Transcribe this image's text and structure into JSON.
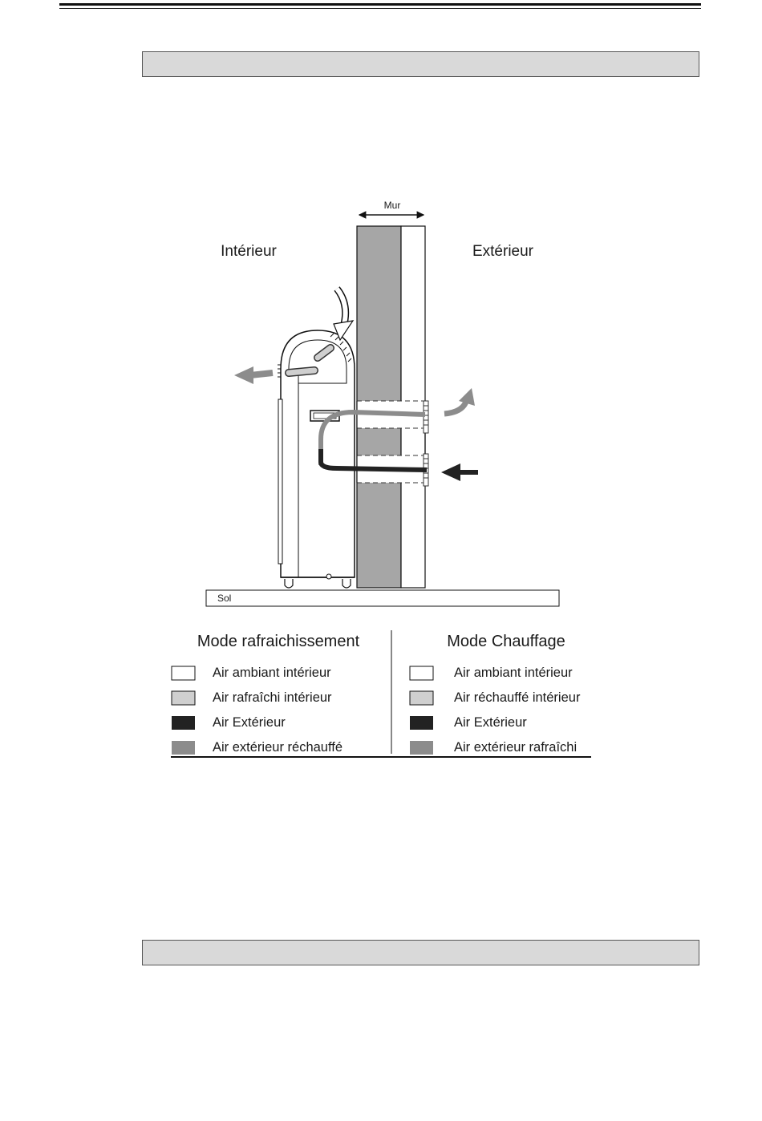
{
  "diagram": {
    "wall_label": "Mur",
    "interior_label": "Intérieur",
    "exterior_label": "Extérieur",
    "floor_label": "Sol"
  },
  "legend": {
    "cooling": {
      "title": "Mode rafraichissement",
      "items": [
        {
          "label": "Air ambiant intérieur",
          "swatch": "#ffffff"
        },
        {
          "label": "Air rafraîchi intérieur",
          "swatch": "#cfcfcf"
        },
        {
          "label": "Air Extérieur",
          "swatch": "#222222"
        },
        {
          "label": "Air extérieur réchauffé",
          "swatch": "#8c8c8c"
        }
      ]
    },
    "heating": {
      "title": "Mode Chauffage",
      "items": [
        {
          "label": "Air ambiant intérieur",
          "swatch": "#ffffff"
        },
        {
          "label": "Air réchauffé intérieur",
          "swatch": "#cfcfcf"
        },
        {
          "label": "Air Extérieur",
          "swatch": "#222222"
        },
        {
          "label": "Air extérieur rafraîchi",
          "swatch": "#8c8c8c"
        }
      ]
    }
  },
  "colors": {
    "wall_fill": "#a6a6a6",
    "section_bar": "#d9d9d9",
    "outdoor_air": "#222222",
    "outdoor_air_heated": "#8c8c8c",
    "indoor_air_treated": "#cfcfcf"
  }
}
